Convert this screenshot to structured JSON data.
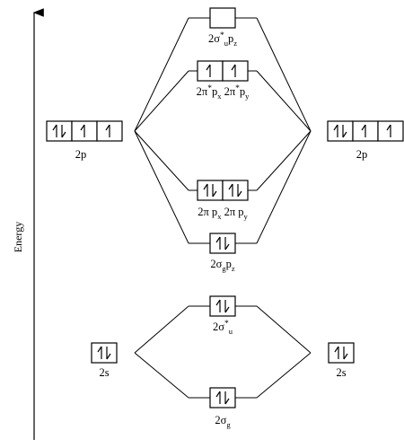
{
  "axis": {
    "label": "Energy"
  },
  "levels": {
    "atom_left_2p": {
      "label": [
        [
          "2p",
          ""
        ]
      ],
      "boxes": [
        "ud",
        "u",
        "u"
      ]
    },
    "atom_right_2p": {
      "label": [
        [
          "2p",
          ""
        ]
      ],
      "boxes": [
        "ud",
        "u",
        "u"
      ]
    },
    "atom_left_2s": {
      "label": [
        [
          "2s",
          ""
        ]
      ],
      "boxes": [
        "ud"
      ]
    },
    "atom_right_2s": {
      "label": [
        [
          "2s",
          ""
        ]
      ],
      "boxes": [
        "ud"
      ]
    },
    "sigma_star_pz": {
      "label": [
        [
          "2σ",
          ""
        ],
        [
          "*",
          "sup"
        ],
        [
          "u",
          "sub"
        ],
        [
          "p",
          ""
        ],
        [
          "z",
          "sub"
        ]
      ],
      "boxes": [
        "empty"
      ]
    },
    "pi_star_pxpy": {
      "label": [
        [
          "2π",
          ""
        ],
        [
          "*",
          "sup"
        ],
        [
          "p",
          ""
        ],
        [
          "x",
          "sub"
        ],
        [
          "  2π",
          ""
        ],
        [
          "*",
          "sup"
        ],
        [
          "p",
          ""
        ],
        [
          "y",
          "sub"
        ]
      ],
      "boxes": [
        "u",
        "u"
      ]
    },
    "pi_pxpy": {
      "label": [
        [
          "2π p",
          ""
        ],
        [
          "x",
          "sub"
        ],
        [
          "  2π p",
          ""
        ],
        [
          "y",
          "sub"
        ]
      ],
      "boxes": [
        "ud",
        "ud"
      ]
    },
    "sigma_pz": {
      "label": [
        [
          "2σ",
          ""
        ],
        [
          "g",
          "sub"
        ],
        [
          "p",
          ""
        ],
        [
          "z",
          "sub"
        ]
      ],
      "boxes": [
        "ud"
      ]
    },
    "sigma_star_2s": {
      "label": [
        [
          "2σ",
          ""
        ],
        [
          "*",
          "sup"
        ],
        [
          "u",
          "sub"
        ]
      ],
      "boxes": [
        "ud"
      ]
    },
    "sigma_2s": {
      "label": [
        [
          "2σ",
          ""
        ],
        [
          "g",
          "sub"
        ]
      ],
      "boxes": [
        "ud"
      ]
    }
  }
}
